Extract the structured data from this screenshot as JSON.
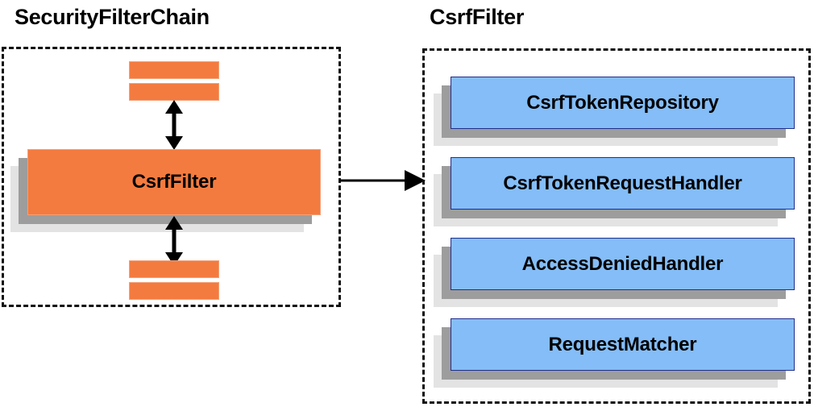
{
  "diagram": {
    "type": "block-diagram",
    "background_color": "#ffffff",
    "panels": [
      {
        "id": "security-filter-chain",
        "title": "SecurityFilterChain",
        "border_style": "dashed",
        "border_color": "#111111"
      },
      {
        "id": "csrf-filter",
        "title": "CsrfFilter",
        "border_style": "dashed",
        "border_color": "#111111"
      }
    ]
  },
  "left_panel": {
    "title": "SecurityFilterChain",
    "top_slabs": [
      {
        "label": "",
        "color": "#f47b3f"
      },
      {
        "label": "",
        "color": "#f47b3f"
      }
    ],
    "main_block": {
      "label": "CsrfFilter",
      "fill_color": "#f47b3f",
      "border_color": "#f2a07a",
      "shadow_near_color": "#9d9d9d",
      "shadow_far_color": "#e3e3e3"
    },
    "bottom_slabs": [
      {
        "label": "",
        "color": "#f47b3f"
      },
      {
        "label": "",
        "color": "#f47b3f"
      }
    ],
    "arrows": [
      {
        "name": "arrow-up-down-top",
        "direction": "bidirectional",
        "orientation": "vertical"
      },
      {
        "name": "arrow-up-down-bottom",
        "direction": "bidirectional",
        "orientation": "vertical"
      }
    ]
  },
  "connector": {
    "name": "csrf-filter-expansion-arrow",
    "direction": "right",
    "color": "#000000"
  },
  "right_panel": {
    "title": "CsrfFilter",
    "blocks": [
      {
        "label": "CsrfTokenRepository",
        "fill_color": "#84bdf7",
        "border_color": "#1f2f8f",
        "shadow_near_color": "#9d9d9d",
        "shadow_far_color": "#e3e3e3"
      },
      {
        "label": "CsrfTokenRequestHandler",
        "fill_color": "#84bdf7",
        "border_color": "#1f2f8f",
        "shadow_near_color": "#9d9d9d",
        "shadow_far_color": "#e3e3e3"
      },
      {
        "label": "AccessDeniedHandler",
        "fill_color": "#84bdf7",
        "border_color": "#1f2f8f",
        "shadow_near_color": "#9d9d9d",
        "shadow_far_color": "#e3e3e3"
      },
      {
        "label": "RequestMatcher",
        "fill_color": "#84bdf7",
        "border_color": "#1f2f8f",
        "shadow_near_color": "#9d9d9d",
        "shadow_far_color": "#e3e3e3"
      }
    ]
  }
}
